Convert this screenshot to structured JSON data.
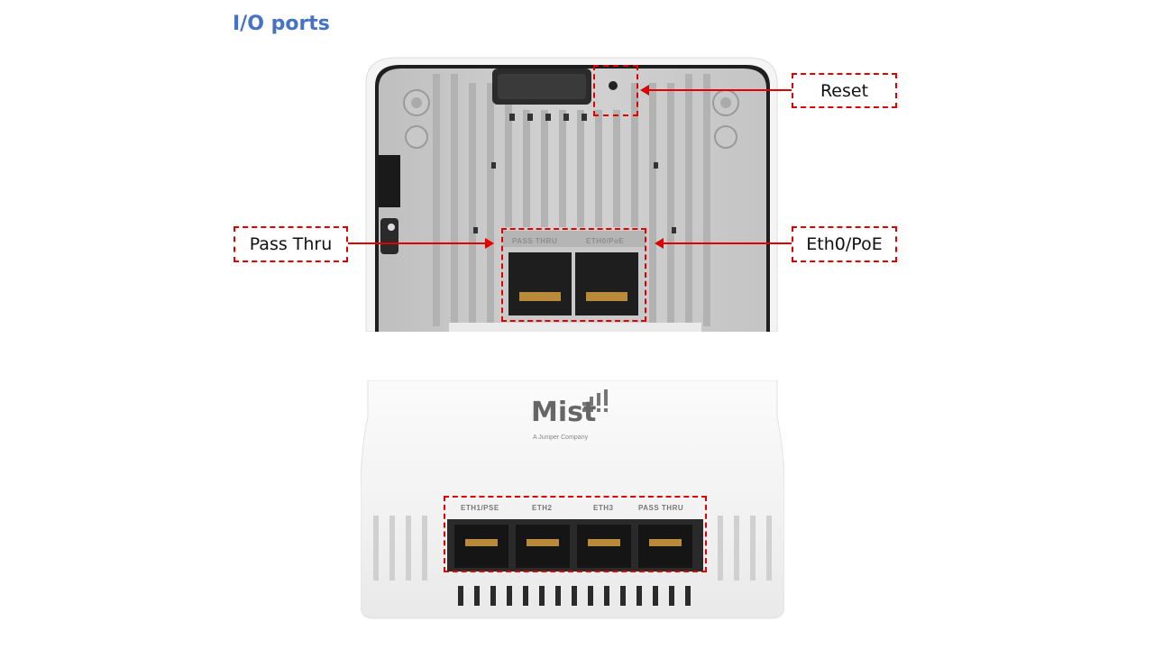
{
  "title": "I/O ports",
  "callouts": {
    "reset": "Reset",
    "pass_thru": "Pass Thru",
    "eth0_poe": "Eth0/PoE"
  },
  "device_top": {
    "port_labels": [
      "PASS THRU",
      "ETH0/PoE"
    ]
  },
  "device_bottom": {
    "brand": "Mist",
    "tagline": "A Juniper Company",
    "port_labels": [
      "ETH1/PSE",
      "ETH2",
      "ETH3",
      "PASS THRU"
    ]
  },
  "colors": {
    "title": "#4472c4",
    "callout_border": "#e00000"
  }
}
